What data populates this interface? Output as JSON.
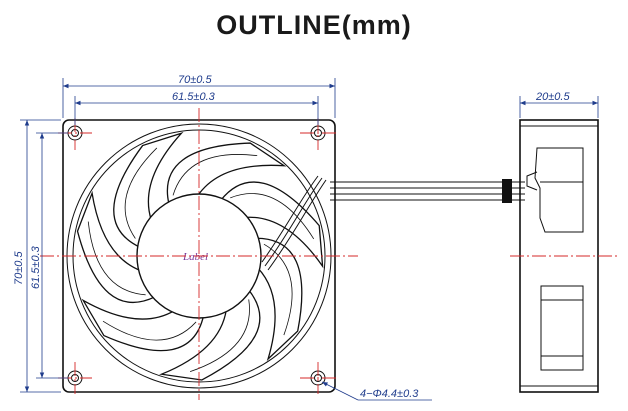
{
  "title": "OUTLINE(mm)",
  "dimensions": {
    "overall_width": "70±0.5",
    "hole_spacing_width": "61.5±0.3",
    "overall_height": "70±0.5",
    "hole_spacing_height": "61.5±0.3",
    "depth": "20±0.5",
    "mounting_hole": "4−Φ4.4±0.3"
  },
  "hub_label": "Label",
  "colors": {
    "dimension": "#1f3c8c",
    "centerline": "#d4282a",
    "outline": "#111111",
    "hub_label": "#7a3a9a"
  }
}
